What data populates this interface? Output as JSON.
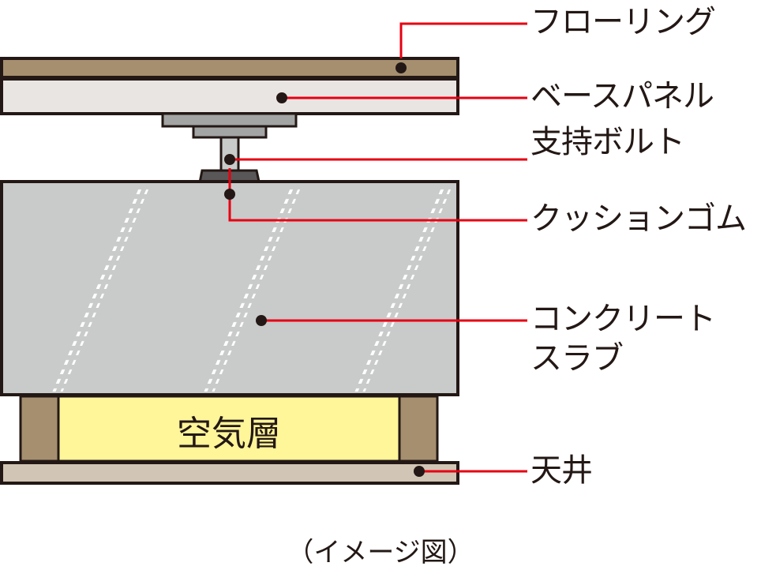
{
  "labels": {
    "flooring": "フローリング",
    "base_panel": "ベースパネル",
    "support_bolt": "支持ボルト",
    "cushion_rubber": "クッションゴム",
    "concrete_slab_line1": "コンクリート",
    "concrete_slab_line2": "スラブ",
    "ceiling": "天井"
  },
  "air_layer": "空気層",
  "caption": "（イメージ図）",
  "colors": {
    "flooring": "#a68f6f",
    "base_panel": "#e9e5e2",
    "bolt_plate": "#a3a4a4",
    "bolt_shaft": "#c9caca",
    "cushion": "#595757",
    "concrete": "#c9caca",
    "air": "#fff599",
    "joist": "#a68f6f",
    "ceiling": "#d1c6b5",
    "leader": "#e60012",
    "outline": "#231815"
  }
}
